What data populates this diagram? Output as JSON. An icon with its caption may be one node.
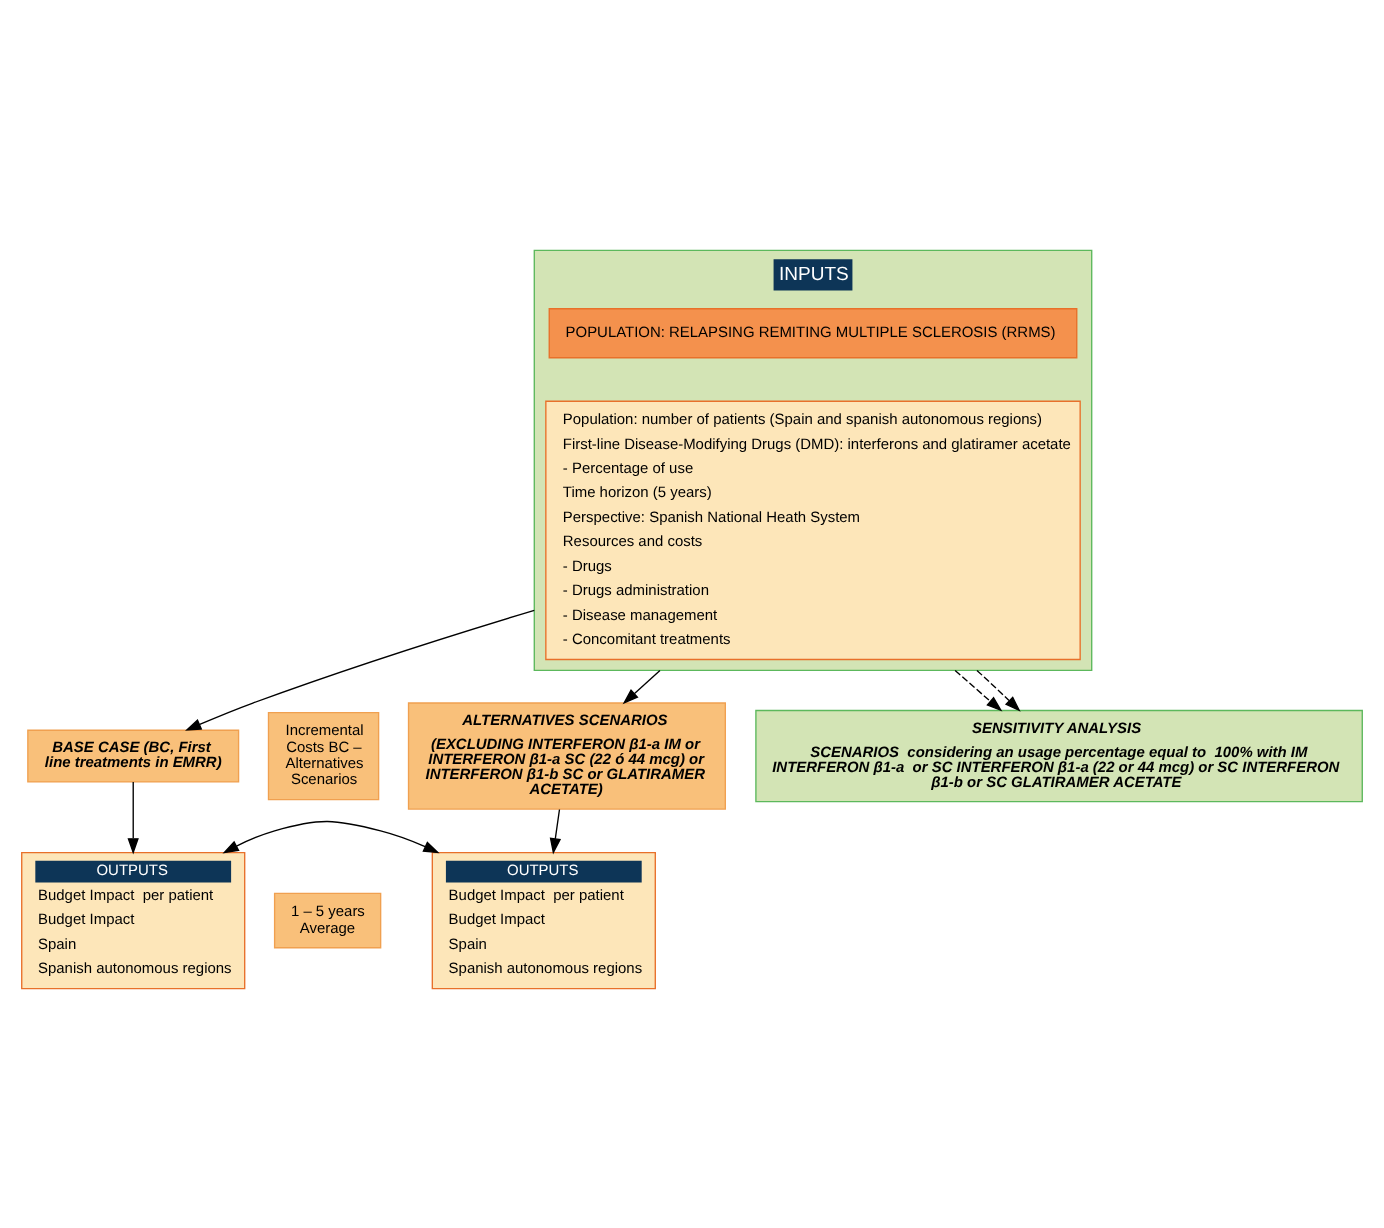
{
  "diagram": {
    "nodes": [
      {
        "text": [
          "INPUTS"
        ]
      },
      {
        "text": [
          "POPULATION: RELAPSING REMITING MULTIPLE SCLEROSIS (RRMS)"
        ],
        "in": 0
      },
      {
        "text": [
          "Population: number of patients (Spain and spanish autonomous regions)",
          "First-line Disease-Modifying Drugs (DMD): interferons and glatiramer acetate",
          "- Percentage of use",
          "Time horizon (5 years)",
          "Perspective: Spanish National Heath System",
          "Resources and costs",
          "- Drugs",
          "- Drugs administration",
          "- Disease management",
          "- Concomitant treatments"
        ],
        "in": 0
      },
      {
        "text": [
          "BASE CASE (BC, First line treatments in EMRR)"
        ]
      },
      {
        "text": [
          "OUTPUTS",
          "Budget Impact  per patient",
          "Budget Impact",
          "Spain",
          "Spanish autonomous regions"
        ]
      },
      {
        "text": [
          "Incremental Costs BC – Alternatives Scenarios"
        ]
      },
      {
        "text": [
          "1 – 5 years Average"
        ]
      },
      {
        "text": [
          "ALTERNATIVES SCENARIOS",
          "(EXCLUDING INTERFERON β1-a IM or INTERFERON β1-a SC (22 ó 44 mcg) or INTERFERON β1-b SC or GLATIRAMER ACETATE)"
        ]
      },
      {
        "text": [
          "OUTPUTS",
          "Budget Impact  per patient",
          "Budget Impact",
          "Spain",
          "Spanish autonomous regions"
        ]
      },
      {
        "text": [
          "SENSITIVITY ANALYSIS",
          "SCENARIOS  considering an usage percentage equal to  100% with IM INTERFERON β1-a  or SC INTERFERON β1-a (22 or 44 mcg) or SC INTERFERON β1-b or SC GLATIRAMER ACETATE"
        ]
      }
    ],
    "edges": [
      {
        "from": 0,
        "to": 3,
        "arrow": "to"
      },
      {
        "from": 0,
        "to": 7,
        "arrow": "to"
      },
      {
        "from": 3,
        "to": 4,
        "arrow": "to"
      },
      {
        "from": 7,
        "to": 8,
        "arrow": "to"
      },
      {
        "from": 4,
        "to": 8,
        "arrow": "both"
      },
      {
        "from": 0,
        "to": 9,
        "arrow": "to",
        "style": "dashed"
      },
      {
        "from": 0,
        "to": 9,
        "arrow": "to",
        "style": "dashed"
      }
    ]
  }
}
